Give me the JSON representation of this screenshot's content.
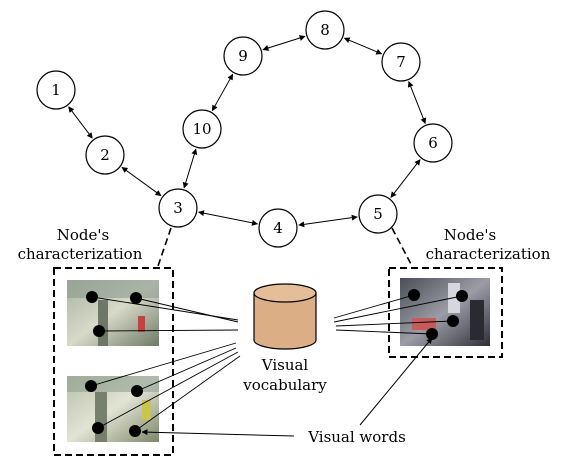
{
  "nodes": [
    "1",
    "2",
    "3",
    "4",
    "5",
    "6",
    "7",
    "8",
    "9",
    "10"
  ],
  "labels": {
    "left_characterization": [
      "Node's",
      "characterization"
    ],
    "right_characterization": [
      "Node's",
      "characterization"
    ],
    "vocabulary": [
      "Visual",
      "vocabulary"
    ],
    "visual_words": "Visual words"
  },
  "colors": {
    "database_fill": "#dcae86",
    "database_top": "#e5bd98",
    "keypoint": "#000000"
  },
  "icons": {
    "database": "database-cylinder-icon"
  }
}
